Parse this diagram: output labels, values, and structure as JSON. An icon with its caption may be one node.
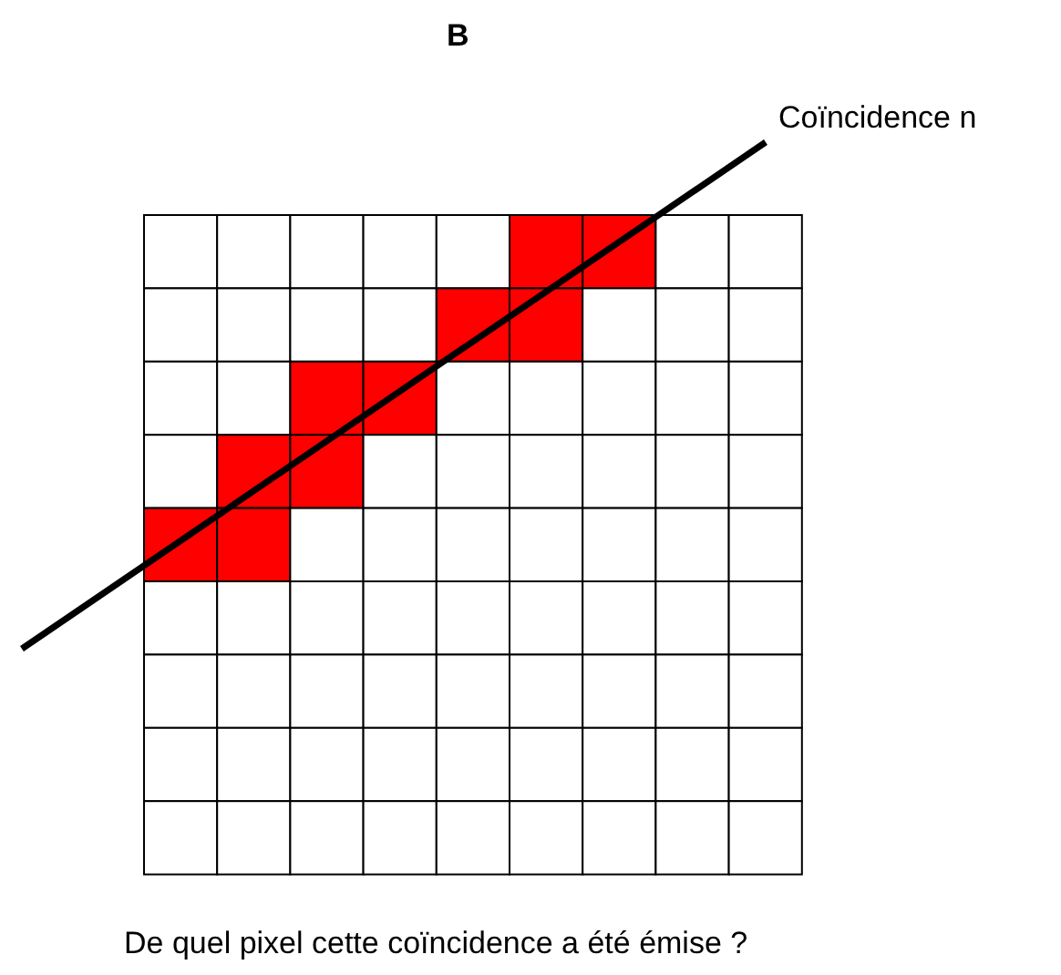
{
  "diagram": {
    "title": "B",
    "caption": "De quel pixel cette coïncidence a été émise ?",
    "labels": [
      "Coïncidence n"
    ]
  }
}
